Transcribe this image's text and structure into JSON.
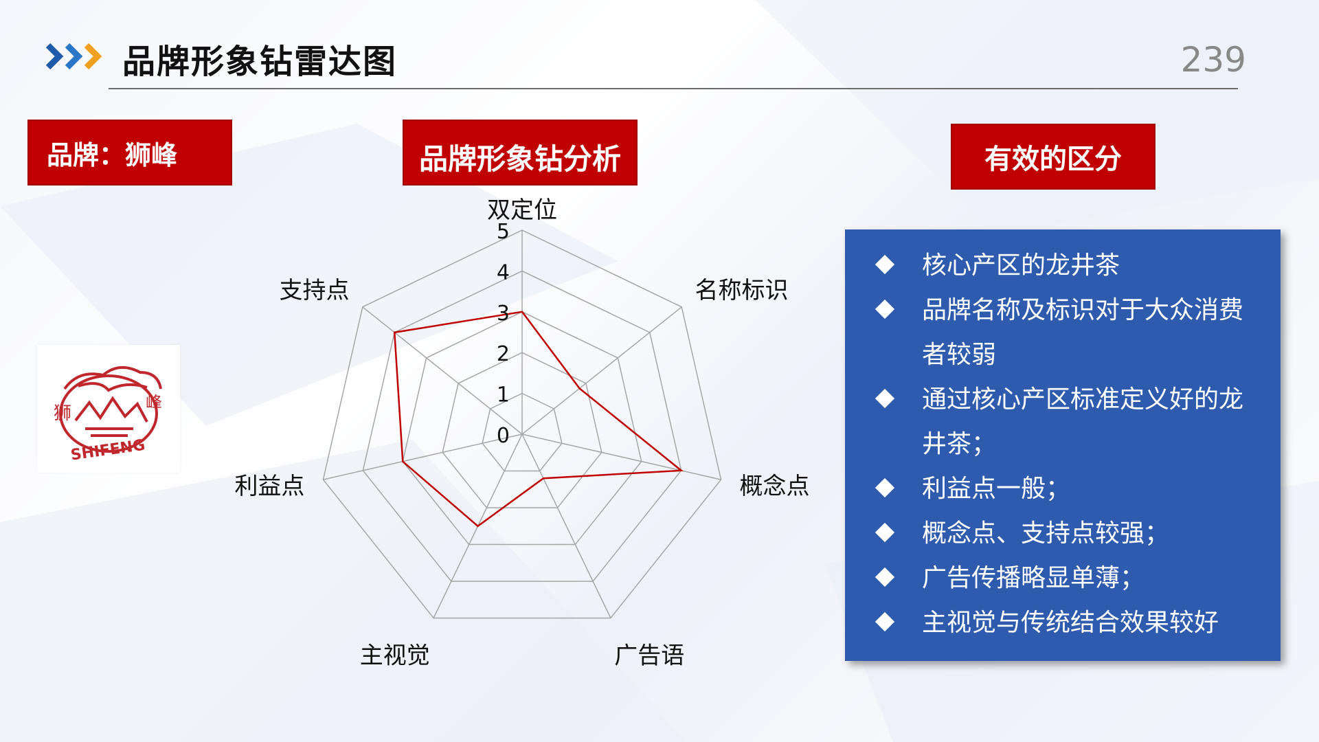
{
  "header": {
    "title": "品牌形象钻雷达图",
    "page_number": "239"
  },
  "brand_box": {
    "label": "品牌：狮峰"
  },
  "analysis_box": {
    "label": "品牌形象钻分析"
  },
  "diff_box": {
    "label": "有效的区分"
  },
  "logo": {
    "text_left": "狮",
    "text_right": "峰",
    "latin": "SHIFENG",
    "icon": "shifeng-logo-icon"
  },
  "panel": {
    "items": [
      "核心产区的龙井茶",
      "品牌名称及标识对于大众消费者较弱",
      "通过核心产区标准定义好的龙井茶；",
      "利益点一般；",
      "概念点、支持点较强；",
      "广告传播略显单薄；",
      "主视觉与传统结合效果较好"
    ]
  },
  "colors": {
    "accent_red": "#c00000",
    "panel_blue": "#2e5bad",
    "series_red": "#c00000"
  },
  "chart_data": {
    "type": "radar",
    "categories": [
      "双定位",
      "名称标识",
      "概念点",
      "广告语",
      "主视觉",
      "利益点",
      "支持点"
    ],
    "series": [
      {
        "values": [
          3,
          1.8,
          4,
          1.2,
          2.5,
          3,
          4
        ]
      }
    ],
    "ticks": [
      "0",
      "1",
      "2",
      "3",
      "4",
      "5"
    ],
    "rlim": [
      0,
      5
    ],
    "grid": true
  }
}
